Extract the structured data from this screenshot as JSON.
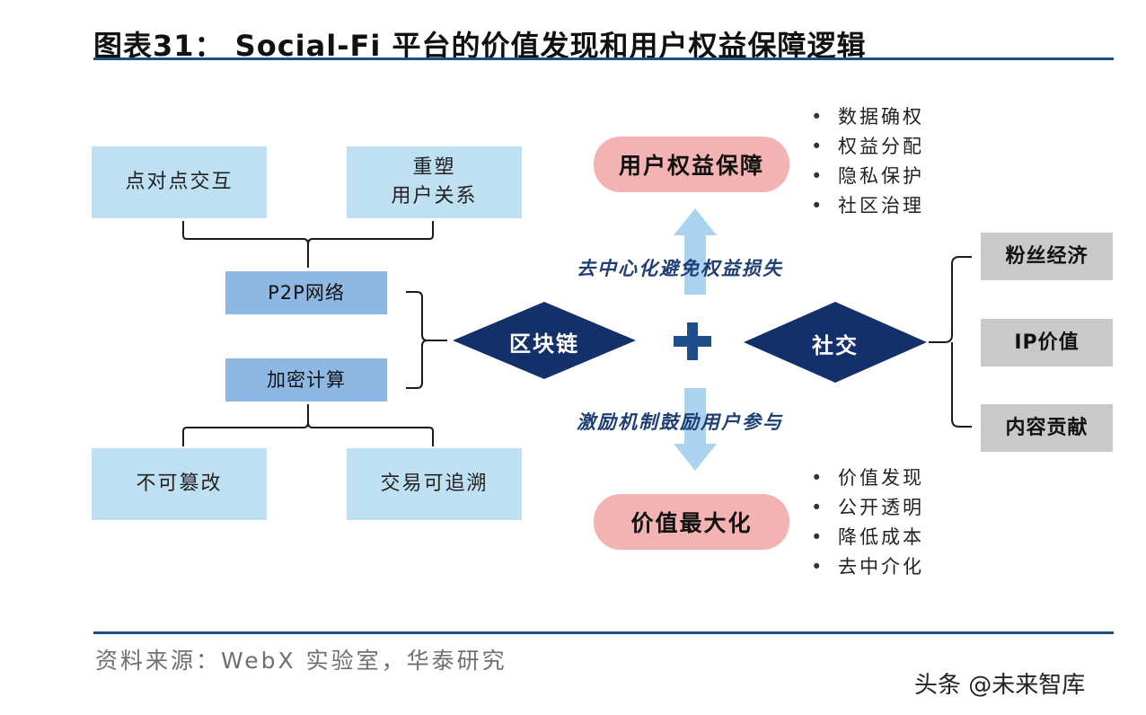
{
  "title": "图表31： Social-Fi 平台的价值发现和用户权益保障逻辑",
  "left": {
    "top_boxes": [
      "点对点交互",
      "重塑\n用户关系"
    ],
    "middle_boxes": [
      "P2P网络",
      "加密计算"
    ],
    "bottom_boxes": [
      "不可篡改",
      "交易可追溯"
    ]
  },
  "center": {
    "blockchain_label": "区块链",
    "social_label": "社交",
    "plus": "+",
    "up_arrow_text": "去中心化避免权益损失",
    "down_arrow_text": "激励机制鼓励用户参与",
    "top_pill": "用户权益保障",
    "bottom_pill": "价值最大化"
  },
  "top_bullets": [
    "数据确权",
    "权益分配",
    "隐私保护",
    "社区治理"
  ],
  "bottom_bullets": [
    "价值发现",
    "公开透明",
    "降低成本",
    "去中介化"
  ],
  "bullet_char": "•",
  "right_boxes": [
    "粉丝经济",
    "IP价值",
    "内容贡献"
  ],
  "source": "资料来源：WebX 实验室，华泰研究",
  "watermark": "头条 @未来智库",
  "colors": {
    "rule": "#1f4e8c",
    "light_box": "#bfe0f2",
    "mid_box": "#8db8e3",
    "diamond": "#13306b",
    "pill": "#f3b3b3",
    "gray_box": "#c9c9c9",
    "arrow": "#a9d3ef"
  }
}
